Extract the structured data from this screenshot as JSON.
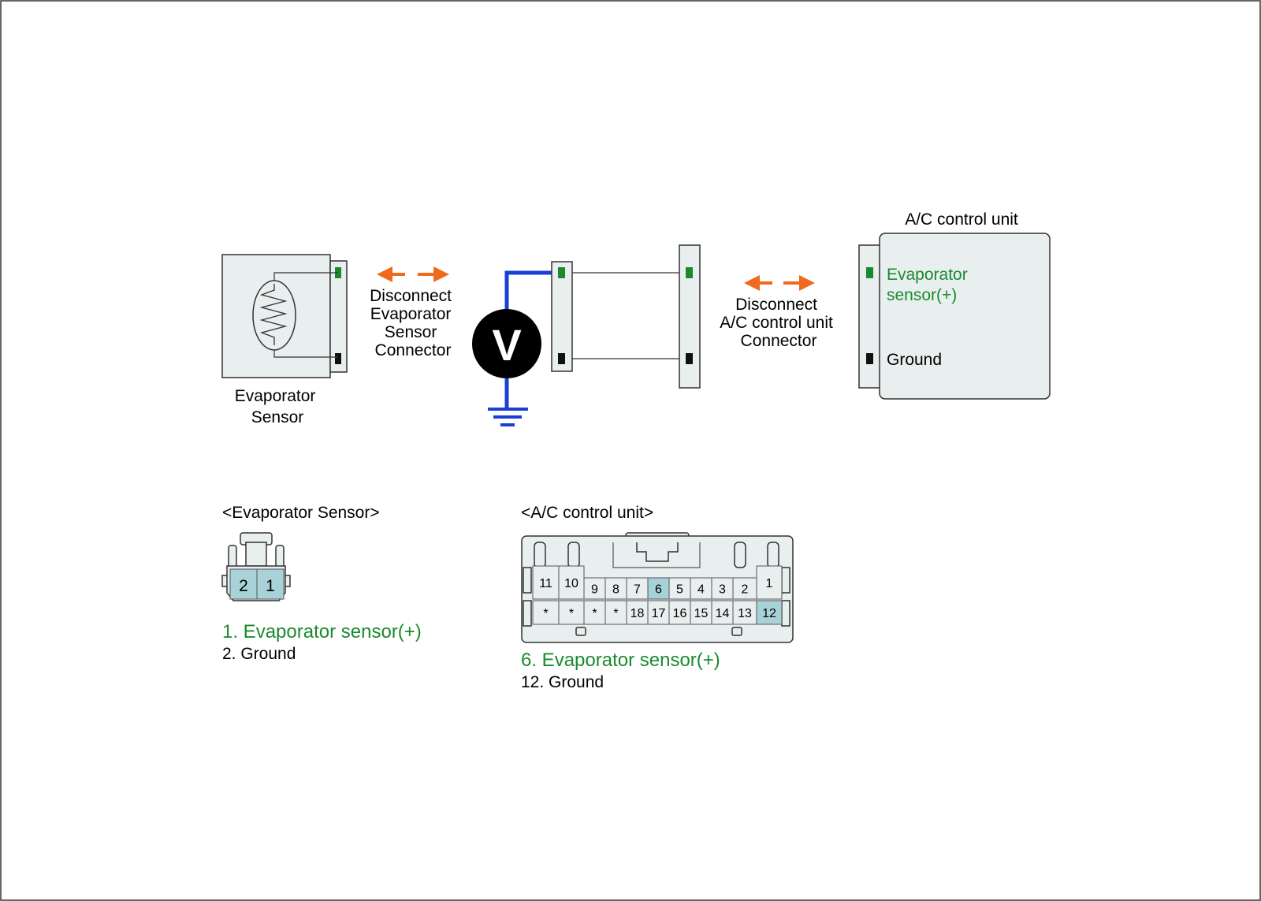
{
  "diagram": {
    "evaporator_sensor_label": [
      "Evaporator",
      "Sensor"
    ],
    "disconnect_evaporator_label": [
      "Disconnect",
      "Evaporator",
      "Sensor",
      "Connector"
    ],
    "disconnect_ac_label": [
      "Disconnect",
      "A/C control unit",
      "Connector"
    ],
    "voltmeter_symbol": "V",
    "ac_unit_title": "A/C control unit",
    "ac_unit_pins": {
      "positive": [
        "Evaporator",
        "sensor(+)"
      ],
      "ground": "Ground"
    }
  },
  "evaporator_connector": {
    "heading": "<Evaporator Sensor>",
    "pins": [
      "2",
      "1"
    ],
    "highlighted_pins": [
      "2",
      "1"
    ],
    "legend": [
      {
        "text": "1. Evaporator sensor(+)",
        "color": "#1b8a2e"
      },
      {
        "text": "2. Ground",
        "color": "#000000"
      }
    ]
  },
  "ac_connector": {
    "heading": "<A/C control unit>",
    "top_row": [
      "11",
      "10",
      "9",
      "8",
      "7",
      "6",
      "5",
      "4",
      "3",
      "2",
      "1"
    ],
    "bottom_row": [
      "*",
      "*",
      "*",
      "*",
      "18",
      "17",
      "16",
      "15",
      "14",
      "13",
      "12"
    ],
    "highlighted_pins": [
      "6",
      "12"
    ],
    "legend": [
      {
        "text": "6. Evaporator sensor(+)",
        "color": "#1b8a2e"
      },
      {
        "text": "12. Ground",
        "color": "#000000"
      }
    ]
  },
  "colors": {
    "arrow": "#f06a1e",
    "wire_probe": "#1a3fd6",
    "pin_positive": "#1b8a2e",
    "pin_ground": "#111111",
    "highlight": "#a8d1d8",
    "body_fill": "#e9eeee"
  }
}
